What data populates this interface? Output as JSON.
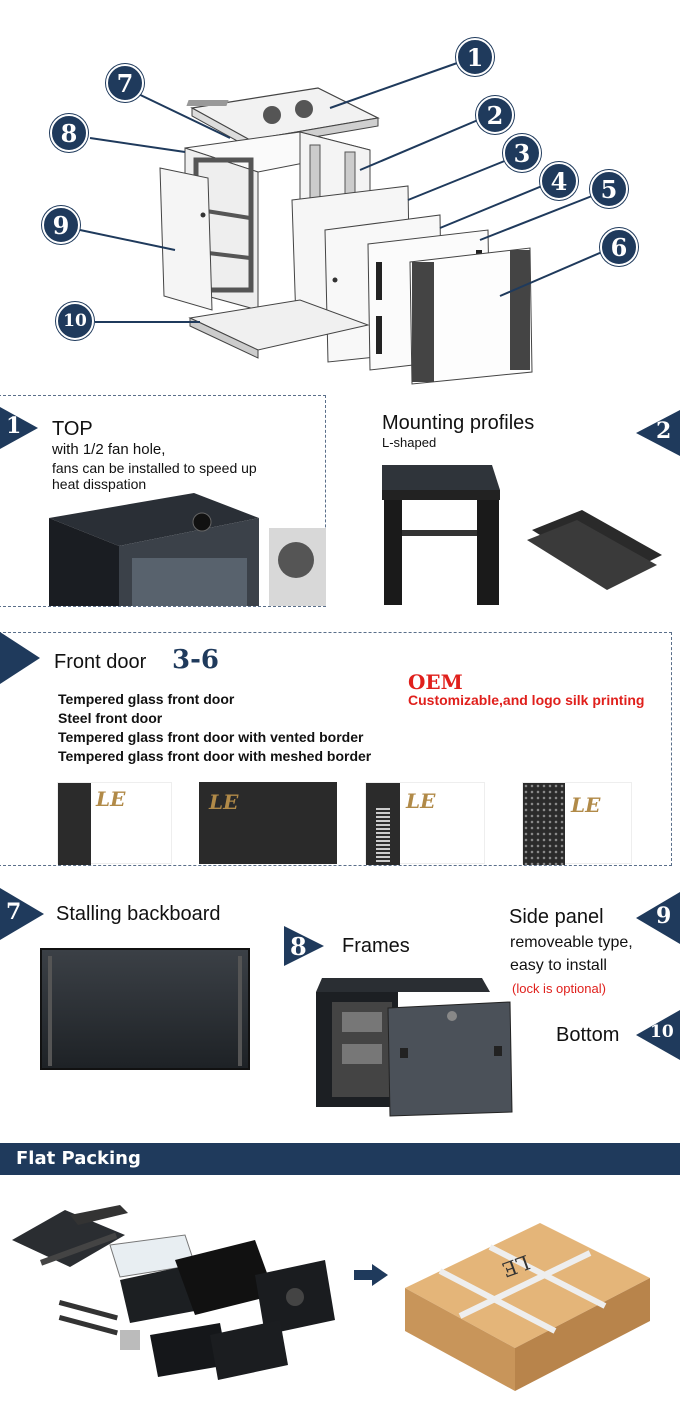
{
  "diagram": {
    "callouts": [
      "1",
      "2",
      "3",
      "4",
      "5",
      "6",
      "7",
      "8",
      "9",
      "10"
    ]
  },
  "top_section": {
    "number": "1",
    "title": "TOP",
    "line1": "with 1/2 fan hole,",
    "line2": "fans can be installed to speed up",
    "line3": "heat disspation"
  },
  "mounting_section": {
    "number": "2",
    "title": "Mounting profiles",
    "subtitle": "L-shaped"
  },
  "front_door_section": {
    "title": "Front door",
    "range": "3-6",
    "items": [
      "Tempered glass front door",
      "Steel front door",
      "Tempered glass front door with vented border",
      "Tempered glass front door with meshed border"
    ],
    "oem_title": "OEM",
    "oem_text": "Customizable,and logo silk printing",
    "logo": "LE"
  },
  "backboard_section": {
    "number": "7",
    "title": "Stalling backboard"
  },
  "frames_section": {
    "number": "8",
    "title": "Frames"
  },
  "side_panel_section": {
    "number": "9",
    "title": "Side panel",
    "line1": "removeable type,",
    "line2": "easy to install",
    "note": "(lock is optional)"
  },
  "bottom_section": {
    "number": "10",
    "title": "Bottom"
  },
  "packing": {
    "banner": "Flat Packing",
    "box_logo": "LE"
  },
  "colors": {
    "navy": "#1f3a5c",
    "red": "#e0201c",
    "gold": "#b18a48"
  }
}
